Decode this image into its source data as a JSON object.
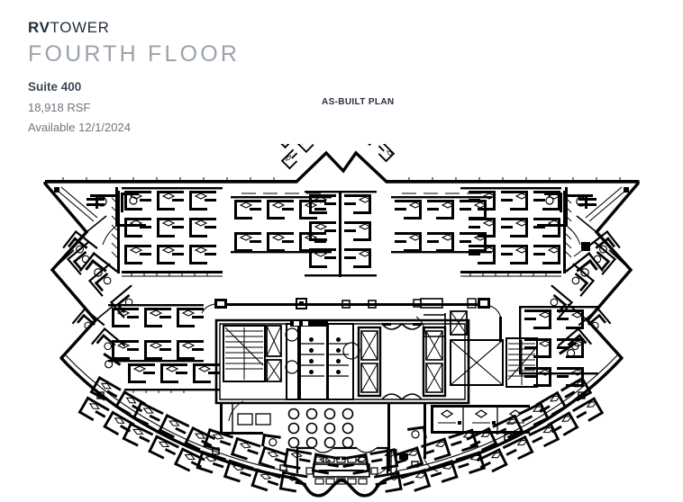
{
  "header": {
    "brand_bold": "RV",
    "brand_light": "TOWER",
    "floor": "FOURTH FLOOR",
    "suite": "Suite 400",
    "rsf": "18,918 RSF",
    "availability": "Available 12/1/2024",
    "plan_label": "AS-BUILT PLAN",
    "colors": {
      "brand": "#232e3d",
      "floor": "#9aa2ab",
      "suite": "#3d4752",
      "body": "#6d767f",
      "plan_label": "#26303d",
      "line": "#000000",
      "background": "#ffffff"
    }
  },
  "floorplan": {
    "type": "as-built office floor plan",
    "building": "RV Tower",
    "level": "Fourth Floor",
    "suite": "Suite 400",
    "area_rsf": "18,918 RSF",
    "available": "12/1/2024",
    "shape": "faceted polygon: straight north wall with two V-notches, chevron east and west walls, long curved/scalloped south wall",
    "core": {
      "elevators": 4,
      "elevator_banks": 2,
      "stairwells": 2,
      "restrooms": 2,
      "elevator_lobby": "central scalloped lobby between banks",
      "electrical_mech": "core service rooms"
    },
    "program": {
      "open_workstations": "approx 150 cubicles in banks",
      "private_offices": "perimeter angled offices along east and west chevron walls",
      "conference_room": "south-center boardroom with 12-seat table",
      "break_area": "south of core with round cafe tables",
      "corridor": "long east-west corridor north of core"
    }
  }
}
